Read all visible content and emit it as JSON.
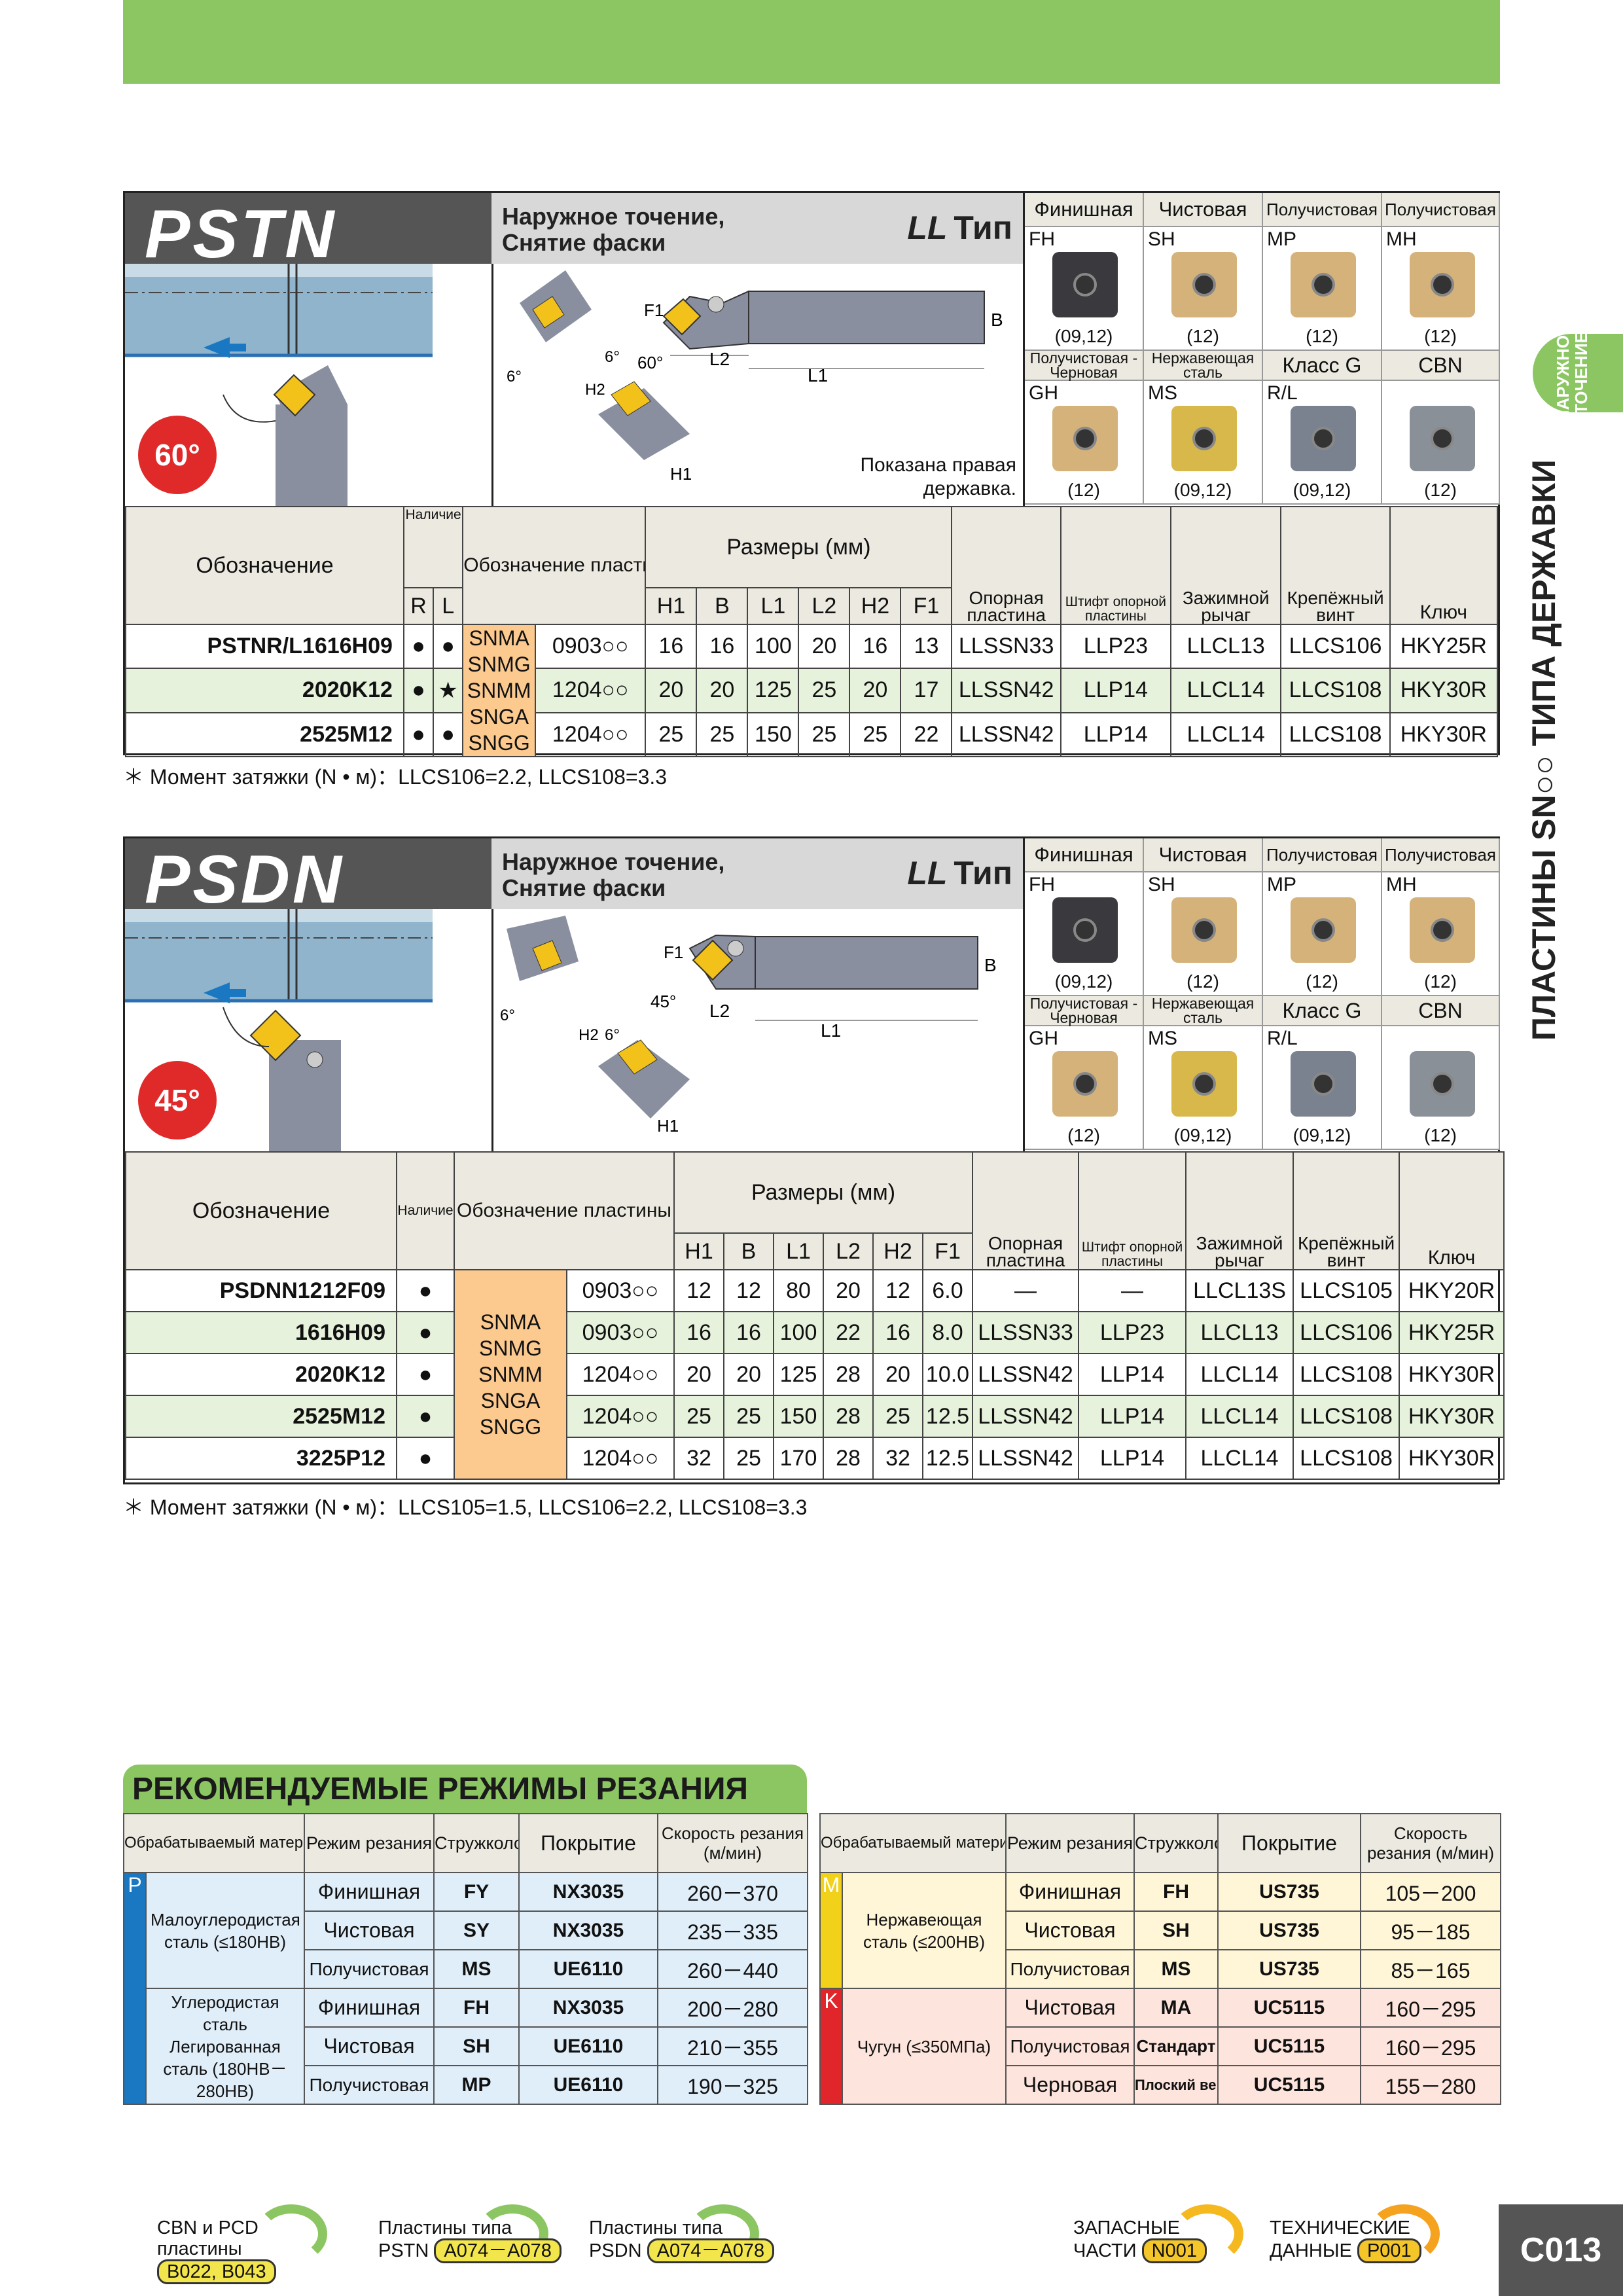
{
  "side": {
    "tab": "НАРУЖНОЕ ТОЧЕНИЕ",
    "title": "ПЛАСТИНЫ SN○○ ТИПА ДЕРЖАВКИ"
  },
  "insert_grid": {
    "row1_heads": [
      "Финишная",
      "Чистовая",
      "Получистовая",
      "Получистовая"
    ],
    "row1": [
      {
        "code": "FH",
        "sub": "(09,12)",
        "color": "#3a3a3e"
      },
      {
        "code": "SH",
        "sub": "(12)",
        "color": "#d4b27a"
      },
      {
        "code": "MP",
        "sub": "(12)",
        "color": "#d4b27a"
      },
      {
        "code": "MH",
        "sub": "(12)",
        "color": "#d4b27a"
      }
    ],
    "row2_heads": [
      "Получистовая - Черновая",
      "Нержавеющая сталь",
      "Класс G",
      "CBN"
    ],
    "row2": [
      {
        "code": "GH",
        "sub": "(12)",
        "color": "#d4b27a"
      },
      {
        "code": "MS",
        "sub": "(09,12)",
        "color": "#d8b84a"
      },
      {
        "code": "R/L",
        "sub": "(09,12)",
        "color": "#7a8290"
      },
      {
        "code": "",
        "sub": "(12)",
        "color": "#8a9098"
      }
    ]
  },
  "columns": {
    "designation": "Обозначение",
    "availability": "Наличие",
    "r": "R",
    "l": "L",
    "insert_designation": "Обозначение пластины",
    "dimensions": "Размеры (мм)",
    "h1": "H1",
    "b": "B",
    "l1": "L1",
    "l2": "L2",
    "h2": "H2",
    "f1": "F1",
    "shim": "Опорная пластина",
    "shim_pin": "Штифт опорной пластины",
    "clamp": "Зажимной рычаг",
    "screw": "Крепёжный винт",
    "key": "Ключ"
  },
  "pstn": {
    "code": "PSTN",
    "desc1": "Наружное точение,",
    "desc2": "Снятие фаски",
    "ll": "LL",
    "type": "Тип",
    "angle": "60°",
    "note_right": "Показана правая державка.",
    "inserts": [
      "SNMA",
      "SNMG",
      "SNMM",
      "SNGA",
      "SNGG"
    ],
    "rows": [
      {
        "name": "PSTNR/L1616H09",
        "r": "●",
        "l": "●",
        "size": "0903○○",
        "h1": "16",
        "b": "16",
        "l1": "100",
        "l2": "20",
        "h2": "16",
        "f1": "13",
        "shim": "LLSSN33",
        "pin": "LLP23",
        "clamp": "LLCL13",
        "screw": "LLCS106",
        "key": "HKY25R"
      },
      {
        "name": "2020K12",
        "r": "●",
        "l": "★",
        "size": "1204○○",
        "h1": "20",
        "b": "20",
        "l1": "125",
        "l2": "25",
        "h2": "20",
        "f1": "17",
        "shim": "LLSSN42",
        "pin": "LLP14",
        "clamp": "LLCL14",
        "screw": "LLCS108",
        "key": "HKY30R"
      },
      {
        "name": "2525M12",
        "r": "●",
        "l": "●",
        "size": "1204○○",
        "h1": "25",
        "b": "25",
        "l1": "150",
        "l2": "25",
        "h2": "25",
        "f1": "22",
        "shim": "LLSSN42",
        "pin": "LLP14",
        "clamp": "LLCL14",
        "screw": "LLCS108",
        "key": "HKY30R"
      }
    ],
    "note": "Момент затяжки (N • м)：LLCS106=2.2, LLCS108=3.3"
  },
  "psdn": {
    "code": "PSDN",
    "desc1": "Наружное точение,",
    "desc2": "Снятие фаски",
    "ll": "LL",
    "type": "Тип",
    "angle": "45°",
    "inserts": [
      "SNMA",
      "SNMG",
      "SNMM",
      "SNGA",
      "SNGG"
    ],
    "rows": [
      {
        "name": "PSDNN1212F09",
        "a": "●",
        "size": "0903○○",
        "h1": "12",
        "b": "12",
        "l1": "80",
        "l2": "20",
        "h2": "12",
        "f1": "6.0",
        "shim": "—",
        "pin": "—",
        "clamp": "LLCL13S",
        "screw": "LLCS105",
        "key": "HKY20R"
      },
      {
        "name": "1616H09",
        "a": "●",
        "size": "0903○○",
        "h1": "16",
        "b": "16",
        "l1": "100",
        "l2": "22",
        "h2": "16",
        "f1": "8.0",
        "shim": "LLSSN33",
        "pin": "LLP23",
        "clamp": "LLCL13",
        "screw": "LLCS106",
        "key": "HKY25R"
      },
      {
        "name": "2020K12",
        "a": "●",
        "size": "1204○○",
        "h1": "20",
        "b": "20",
        "l1": "125",
        "l2": "28",
        "h2": "20",
        "f1": "10.0",
        "shim": "LLSSN42",
        "pin": "LLP14",
        "clamp": "LLCL14",
        "screw": "LLCS108",
        "key": "HKY30R"
      },
      {
        "name": "2525M12",
        "a": "●",
        "size": "1204○○",
        "h1": "25",
        "b": "25",
        "l1": "150",
        "l2": "28",
        "h2": "25",
        "f1": "12.5",
        "shim": "LLSSN42",
        "pin": "LLP14",
        "clamp": "LLCL14",
        "screw": "LLCS108",
        "key": "HKY30R"
      },
      {
        "name": "3225P12",
        "a": "●",
        "size": "1204○○",
        "h1": "32",
        "b": "25",
        "l1": "170",
        "l2": "28",
        "h2": "32",
        "f1": "12.5",
        "shim": "LLSSN42",
        "pin": "LLP14",
        "clamp": "LLCL14",
        "screw": "LLCS108",
        "key": "HKY30R"
      }
    ],
    "note": "Момент затяжки (N • м)：LLCS105=1.5, LLCS106=2.2, LLCS108=3.3"
  },
  "reco": {
    "title": "РЕКОМЕНДУЕМЫЕ РЕЖИМЫ РЕЗАНИЯ",
    "heads": [
      "Обрабатываемый материал",
      "Режим резания",
      "Стружколом",
      "Покрытие",
      "Скорость резания (м/мин)"
    ],
    "p": {
      "letter": "P",
      "color": "#1a78c2",
      "groups": [
        {
          "material": "Малоуглеродистая сталь (≤180HB)",
          "rows": [
            [
              "Финишная",
              "FY",
              "NX3035",
              "260－370"
            ],
            [
              "Чистовая",
              "SY",
              "NX3035",
              "235－335"
            ],
            [
              "Получистовая",
              "MS",
              "UE6110",
              "260－440"
            ]
          ]
        },
        {
          "material": "Углеродистая сталь Легированная сталь (180HB－280HB)",
          "rows": [
            [
              "Финишная",
              "FH",
              "NX3035",
              "200－280"
            ],
            [
              "Чистовая",
              "SH",
              "UE6110",
              "210－355"
            ],
            [
              "Получистовая",
              "MP",
              "UE6110",
              "190－325"
            ]
          ]
        }
      ]
    },
    "m": {
      "letter": "M",
      "color": "#f2d11a",
      "material": "Нержавеющая сталь (≤200HB)",
      "rows": [
        [
          "Финишная",
          "FH",
          "US735",
          "105－200"
        ],
        [
          "Чистовая",
          "SH",
          "US735",
          "95－185"
        ],
        [
          "Получистовая",
          "MS",
          "US735",
          "85－165"
        ]
      ]
    },
    "k": {
      "letter": "K",
      "color": "#e0262b",
      "material": "Чугун (≤350МПа)",
      "rows": [
        [
          "Чистовая",
          "MA",
          "UC5115",
          "160－295"
        ],
        [
          "Получистовая",
          "Стандарт",
          "UC5115",
          "160－295"
        ],
        [
          "Черновая",
          "Плоский верх",
          "UC5115",
          "155－280"
        ]
      ]
    }
  },
  "footer": {
    "links": [
      {
        "l1": "CBN и PCD",
        "l2": "пластины",
        "ref": "B022, B043"
      },
      {
        "l1": "Пластины типа",
        "l2": "PSTN",
        "ref": "A074－A078"
      },
      {
        "l1": "Пластины типа",
        "l2": "PSDN",
        "ref": "A074－A078"
      },
      {
        "l1": "ЗАПАСНЫЕ",
        "l2": "ЧАСТИ",
        "ref": "N001"
      },
      {
        "l1": "ТЕХНИЧЕСКИЕ",
        "l2": "ДАННЫЕ",
        "ref": "P001"
      }
    ],
    "page": "C013"
  }
}
